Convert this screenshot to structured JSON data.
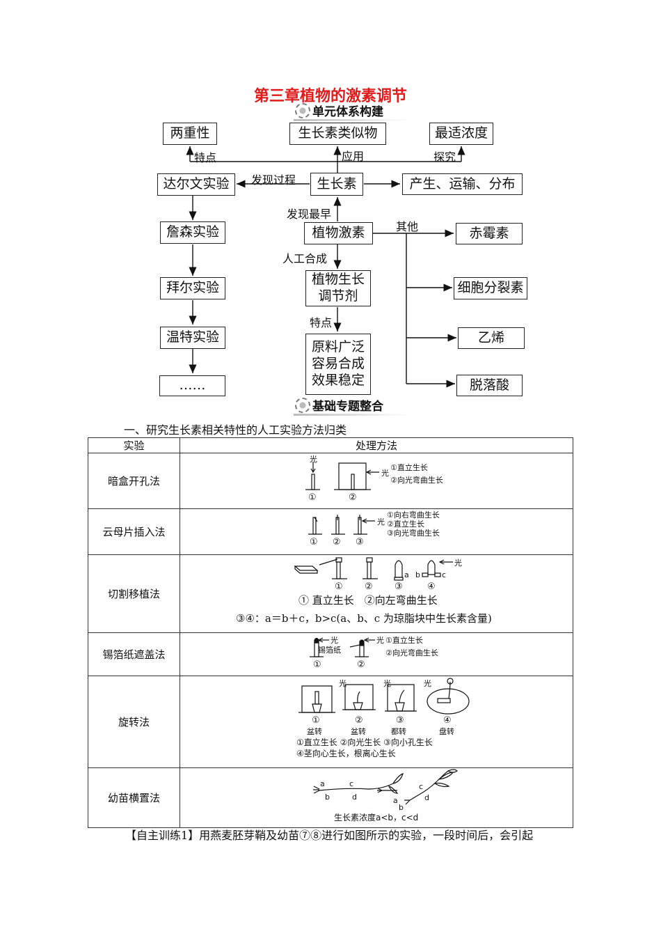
{
  "title": "第三章植物的激素调节",
  "section1": "单元体系构建",
  "section2": "基础专题整合",
  "concept_map": {
    "boxes": {
      "bidirectional": "两重性",
      "analog": "生长素类似物",
      "optimal": "最适浓度",
      "darwin": "达尔文实验",
      "auxin": "生长素",
      "production": "产生、运输、分布",
      "jensen": "詹森实验",
      "hormone": "植物激素",
      "gibberellin": "赤霉素",
      "paal": "拜尔实验",
      "regulator": "植物生长调节剂",
      "cytokinin": "细胞分裂素",
      "went": "温特实验",
      "features": "原料广泛容易合成效果稳定",
      "ethylene": "乙烯",
      "dots": "……",
      "aba": "脱落酸"
    },
    "labels": {
      "feature": "特点",
      "apply": "应用",
      "explore": "探究",
      "discovery": "发现过程",
      "earliest": "发现最早",
      "other": "其他",
      "synthetic": "人工合成",
      "feature2": "特点"
    }
  },
  "intro": "一、研究生长素相关特性的人工实验方法归类",
  "table": {
    "headers": [
      "实验",
      "处理方法"
    ],
    "rows": [
      {
        "name": "暗盒开孔法",
        "captions": [
          "光",
          "光",
          "①直立生长",
          "②向光弯曲生长",
          "①",
          "②"
        ]
      },
      {
        "name": "云母片插入法",
        "captions": [
          "光",
          "①向右弯曲生长",
          "②直立生长",
          "③向光弯曲生长",
          "①",
          "②",
          "③"
        ]
      },
      {
        "name": "切割移植法",
        "captions": [
          "光",
          "①",
          "②",
          "③",
          "④",
          "a",
          "b",
          "c",
          "① 直立生长　②向左弯曲生长",
          "③④：a＝b＋c，b>c(a、b、c 为琼脂块中生长素含量)"
        ]
      },
      {
        "name": "锡箔纸遮盖法",
        "captions": [
          "光",
          "锡箔纸",
          "光",
          "①直立生长",
          "②向光弯曲生长",
          "①",
          "②"
        ]
      },
      {
        "name": "旋转法",
        "captions": [
          "光",
          "光",
          "光",
          "①",
          "②",
          "③",
          "④",
          "盆转",
          "盆转",
          "都转",
          "盘转",
          "①直立生长 ②向光生长 ③向小孔生长",
          "④茎向心生长，根离心生长"
        ]
      },
      {
        "name": "幼苗横置法",
        "captions": [
          "a",
          "b",
          "c",
          "d",
          "a",
          "b",
          "c",
          "d",
          "生长素浓度a<b，c<d"
        ]
      }
    ]
  },
  "footer": "【自主训练1】用燕麦胚芽鞘及幼苗⑦⑧进行如图所示的实验，一段时间后，会引起"
}
